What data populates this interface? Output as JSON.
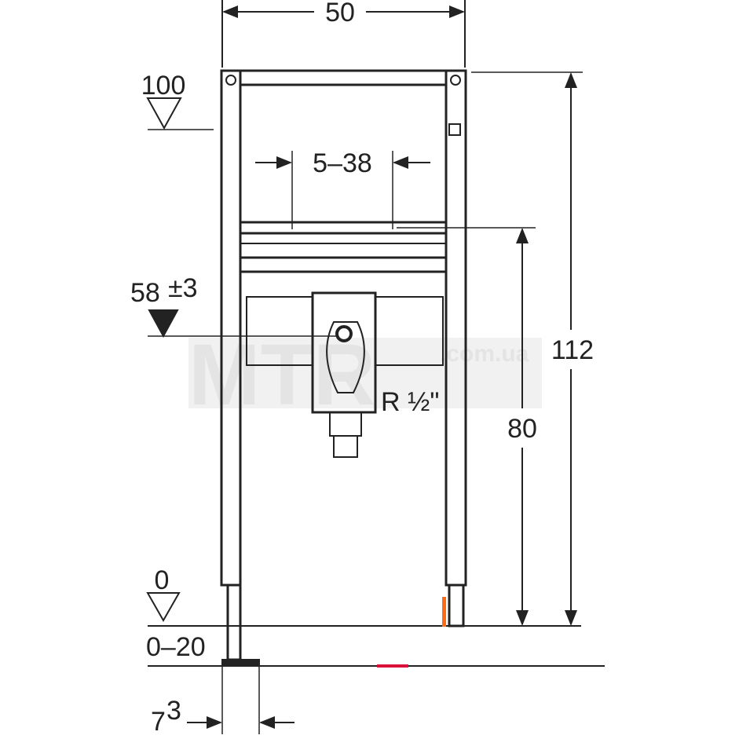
{
  "watermark": {
    "brand": "MTR",
    "domain": ".com.ua"
  },
  "dimensions": {
    "total_width": "50",
    "top_level": "100",
    "bracket_spacing": "5–38",
    "connection_height": "58",
    "connection_tolerance": "±3",
    "thread": "R ½\"",
    "total_height": "112",
    "basin_height": "80",
    "floor_level": "0",
    "floor_adjust": "0–20",
    "foot_offset": "7",
    "foot_offset_sup": "3"
  },
  "colors": {
    "line": "#222222",
    "accent_red": "#d8103a",
    "accent_orange": "#ff6a13"
  }
}
